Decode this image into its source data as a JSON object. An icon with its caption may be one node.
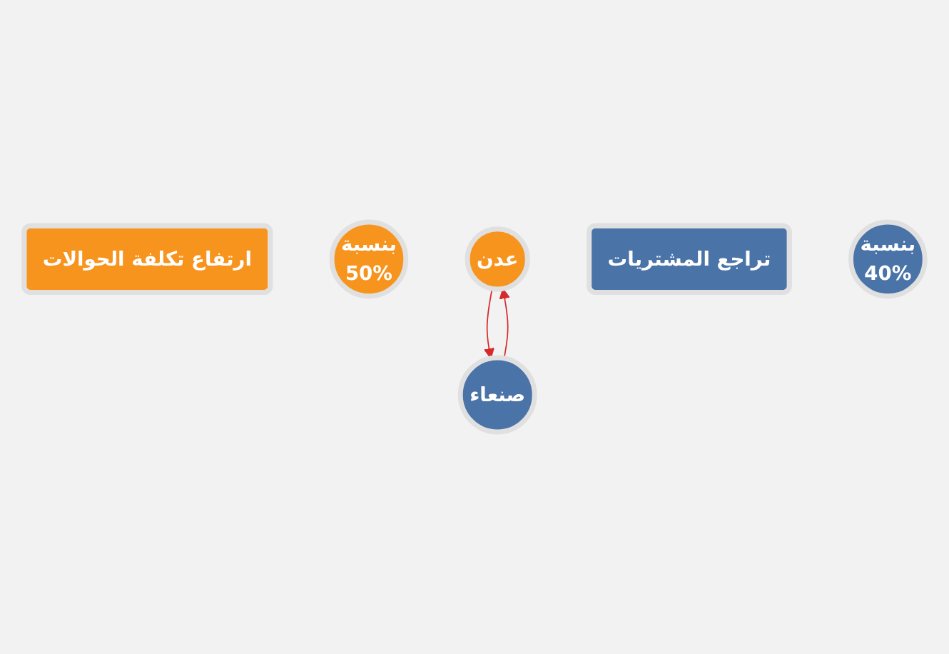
{
  "diagram": {
    "nodes": [
      {
        "text": [
          "عدن"
        ]
      },
      {
        "text": [
          "تراجع المشتريات"
        ]
      },
      {
        "text": [
          "بنسبة",
          "40%"
        ]
      },
      {
        "text": [
          "صنعاء"
        ]
      },
      {
        "text": [
          "ارتفاع تكلفة الحوالات"
        ]
      },
      {
        "text": [
          "بنسبة",
          "50%"
        ]
      }
    ],
    "edges": [
      {
        "from": 0,
        "to": 3,
        "arrow": "to"
      },
      {
        "from": 3,
        "to": 0,
        "arrow": "to"
      }
    ]
  }
}
